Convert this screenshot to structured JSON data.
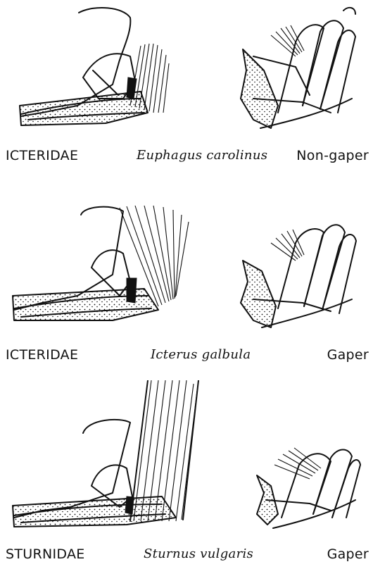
{
  "figure": {
    "panels": [
      {
        "family": "ICTERIDAE",
        "species": "Euphagus carolinus",
        "classification": "Non-gaper"
      },
      {
        "family": "ICTERIDAE",
        "species": "Icterus galbula",
        "classification": "Gaper"
      },
      {
        "family": "STURNIDAE",
        "species": "Sturnus vulgaris",
        "classification": "Gaper"
      }
    ]
  }
}
